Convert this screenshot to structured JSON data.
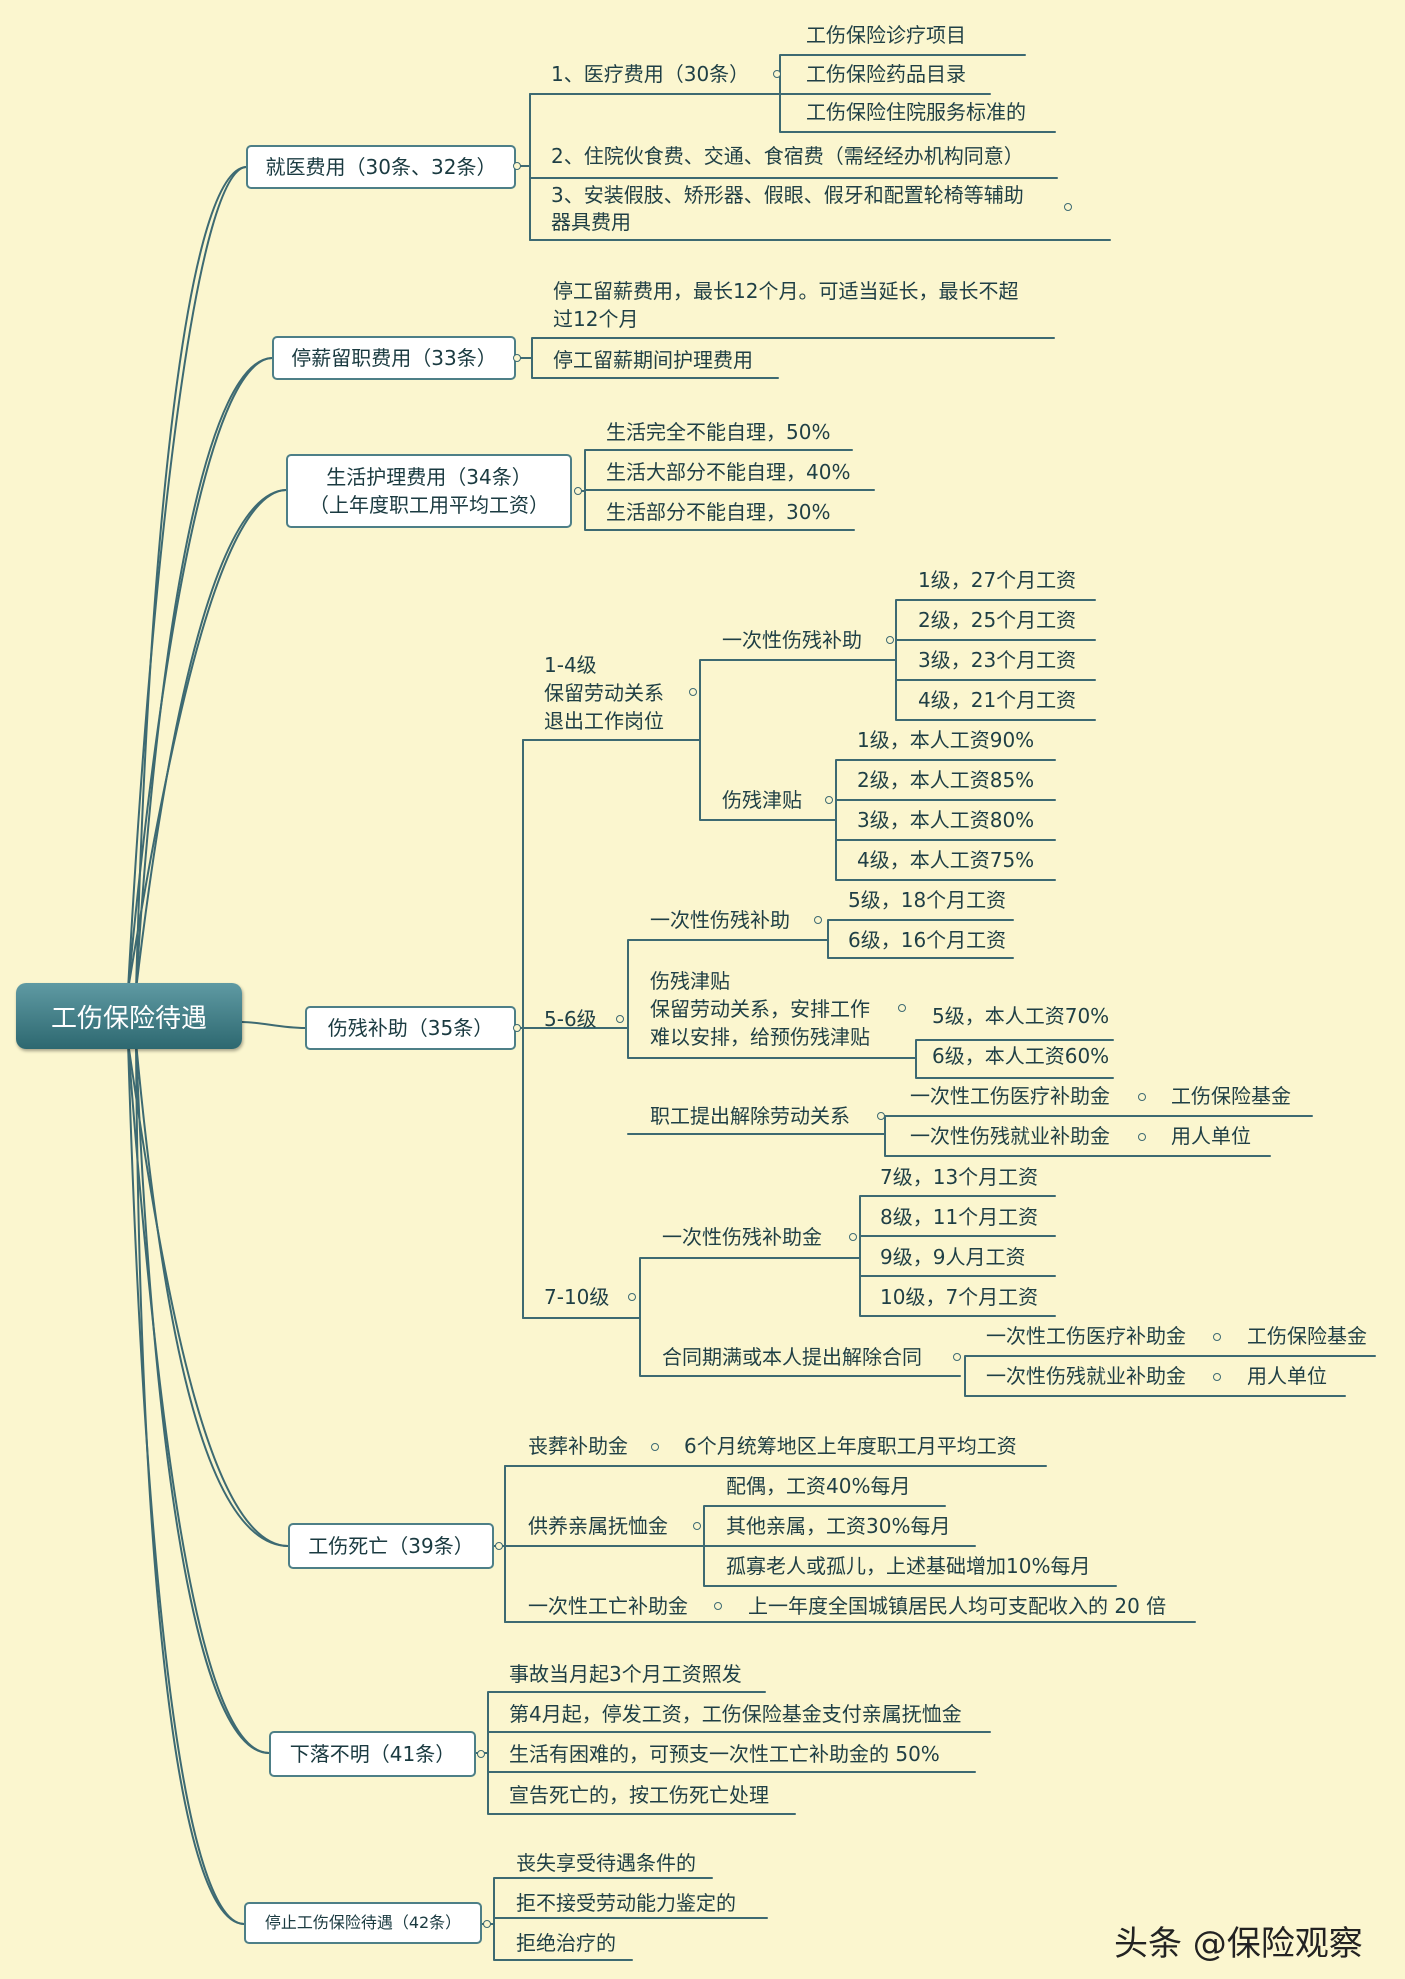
{
  "root": "工伤保险待遇",
  "b1": {
    "label": "就医费用（30条、32条）",
    "c1": "1、医疗费用（30条）",
    "c1a": "工伤保险诊疗项目",
    "c1b": "工伤保险药品目录",
    "c1c": "工伤保险住院服务标准的",
    "c2": "2、住院伙食费、交通、食宿费（需经经办机构同意）",
    "c3a": "3、安装假肢、矫形器、假眼、假牙和配置轮椅等辅助",
    "c3b": "器具费用"
  },
  "b2": {
    "label": "停薪留职费用（33条）",
    "c1a": "停工留薪费用，最长12个月。可适当延长，最长不超",
    "c1b": "过12个月",
    "c2": "停工留薪期间护理费用"
  },
  "b3": {
    "label1": "生活护理费用（34条）",
    "label2": "（上年度职工用平均工资）",
    "c1": "生活完全不能自理，50%",
    "c2": "生活大部分不能自理，40%",
    "c3": "生活部分不能自理，30%"
  },
  "b4": {
    "label": "伤残补助（35条）",
    "g1a": "1-4级",
    "g1b": "保留劳动关系",
    "g1c": "退出工作岗位",
    "g1s1": "一次性伤残补助",
    "g1s1v": [
      "1级，27个月工资",
      "2级，25个月工资",
      "3级，23个月工资",
      "4级，21个月工资"
    ],
    "g1s2": "伤残津贴",
    "g1s2v": [
      "1级，本人工资90%",
      "2级，本人工资85%",
      "3级，本人工资80%",
      "4级，本人工资75%"
    ],
    "g2": "5-6级",
    "g2s1": "一次性伤残补助",
    "g2s1v": [
      "5级，18个月工资",
      "6级，16个月工资"
    ],
    "g2s2a": "伤残津贴",
    "g2s2b": "保留劳动关系，安排工作",
    "g2s2c": "难以安排，给预伤残津贴",
    "g2s2v": [
      "5级，本人工资70%",
      "6级，本人工资60%"
    ],
    "g2s3": "职工提出解除劳动关系",
    "g2s3a": "一次性工伤医疗补助金",
    "g2s3a2": "工伤保险基金",
    "g2s3b": "一次性伤残就业补助金",
    "g2s3b2": "用人单位",
    "g3": "7-10级",
    "g3s1": "一次性伤残补助金",
    "g3s1v": [
      "7级，13个月工资",
      "8级，11个月工资",
      "9级，9人月工资",
      "10级，7个月工资"
    ],
    "g3s2": "合同期满或本人提出解除合同",
    "g3s2a": "一次性工伤医疗补助金",
    "g3s2a2": "工伤保险基金",
    "g3s2b": "一次性伤残就业补助金",
    "g3s2b2": "用人单位"
  },
  "b5": {
    "label": "工伤死亡（39条）",
    "c1": "丧葬补助金",
    "c1v": "6个月统筹地区上年度职工月平均工资",
    "c2": "供养亲属抚恤金",
    "c2v": [
      "配偶，工资40%每月",
      "其他亲属，工资30%每月",
      "孤寡老人或孤儿，上述基础增加10%每月"
    ],
    "c3": "一次性工亡补助金",
    "c3v": "上一年度全国城镇居民人均可支配收入的 20 倍"
  },
  "b6": {
    "label": "下落不明（41条）",
    "c": [
      "事故当月起3个月工资照发",
      "第4月起，停发工资，工伤保险基金支付亲属抚恤金",
      "生活有困难的，可预支一次性工亡补助金的 50%",
      "宣告死亡的，按工伤死亡处理"
    ]
  },
  "b7": {
    "label": "停止工伤保险待遇（42条）",
    "c": [
      "丧失享受待遇条件的",
      "拒不接受劳动能力鉴定的",
      "拒绝治疗的"
    ]
  },
  "watermark": "头条 @保险观察"
}
